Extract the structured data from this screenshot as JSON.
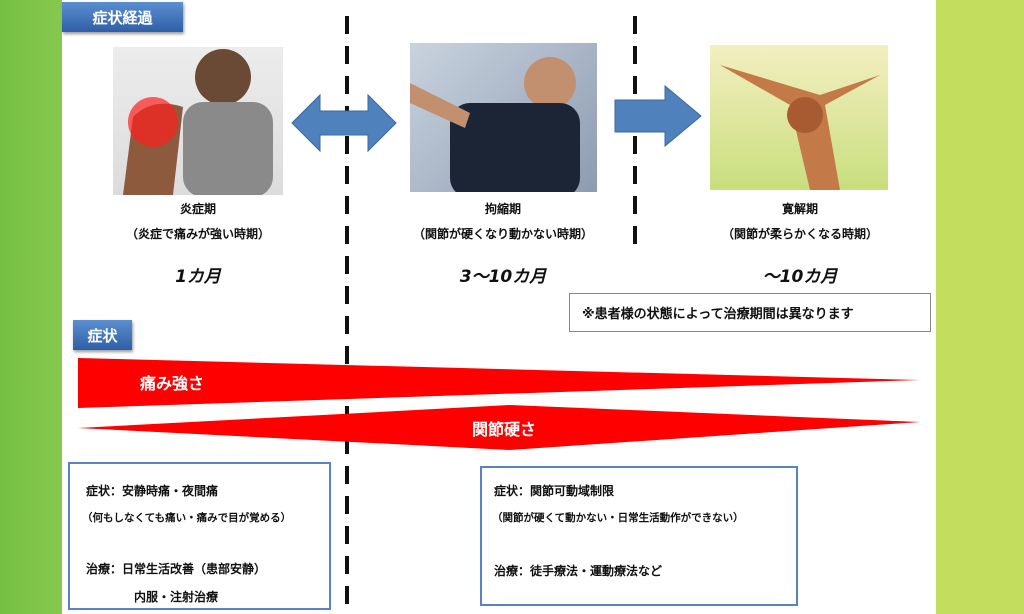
{
  "header_tab": "症状経過",
  "stages": [
    {
      "name": "炎症期",
      "desc": "（炎症で痛みが強い時期）",
      "duration": "1カ月"
    },
    {
      "name": "拘縮期",
      "desc": "（関節が硬くなり動かない時期）",
      "duration": "3～10カ月"
    },
    {
      "name": "寛解期",
      "desc": "（関節が柔らかくなる時期）",
      "duration": "～10カ月"
    }
  ],
  "note": "※患者様の状態によって治療期間は異なります",
  "symptom_tab": "症状",
  "bars": {
    "pain": "痛み強さ",
    "stiffness": "関節硬さ"
  },
  "box1": {
    "symptom": "症状：安静時痛・夜間痛",
    "symptom_detail": "（何もしなくても痛い・痛みで目が覚める）",
    "treatment": "治療：日常生活改善（患部安静）",
    "treatment2": "内服・注射治療"
  },
  "box2": {
    "symptom": "症状：関節可動域制限",
    "symptom_detail": "（関節が硬くて動かない・日常生活動作ができない）",
    "treatment": "治療：徒手療法・運動療法など"
  },
  "colors": {
    "accent": "#4f81bd",
    "red": "#ff0000"
  }
}
